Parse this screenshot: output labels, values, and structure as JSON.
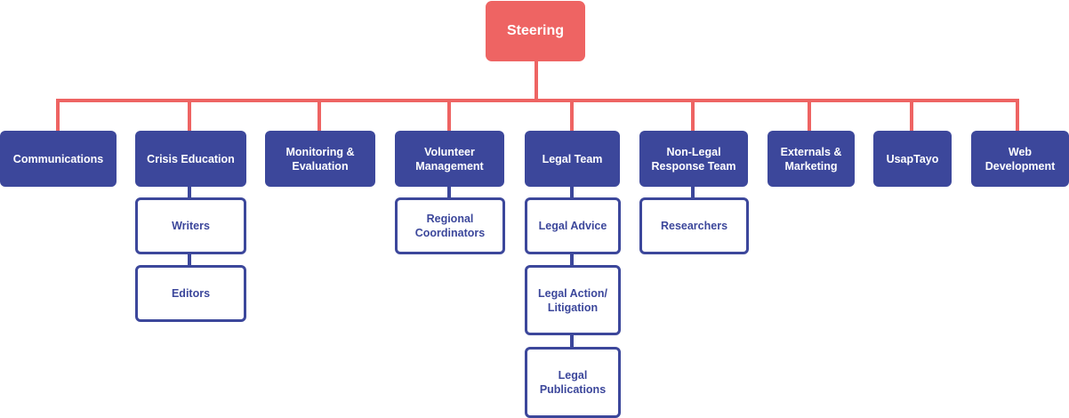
{
  "colors": {
    "root": "#ee6463",
    "connector_root": "#ee6463",
    "department": "#3c479b",
    "connector_sub": "#3c479b"
  },
  "root": {
    "label": "Steering"
  },
  "departments": [
    {
      "label": "Communications"
    },
    {
      "label": "Crisis Education",
      "children": [
        "Writers",
        "Editors"
      ]
    },
    {
      "label": "Monitoring &\nEvaluation"
    },
    {
      "label": "Volunteer\nManagement",
      "children": [
        "Regional\nCoordinators"
      ]
    },
    {
      "label": "Legal Team",
      "children": [
        "Legal Advice",
        "Legal Action/\nLitigation",
        "Legal\nPublications"
      ]
    },
    {
      "label": "Non-Legal\nResponse Team",
      "children": [
        "Researchers"
      ]
    },
    {
      "label": "Externals &\nMarketing"
    },
    {
      "label": "UsapTayo"
    },
    {
      "label": "Web\nDevelopment"
    }
  ]
}
